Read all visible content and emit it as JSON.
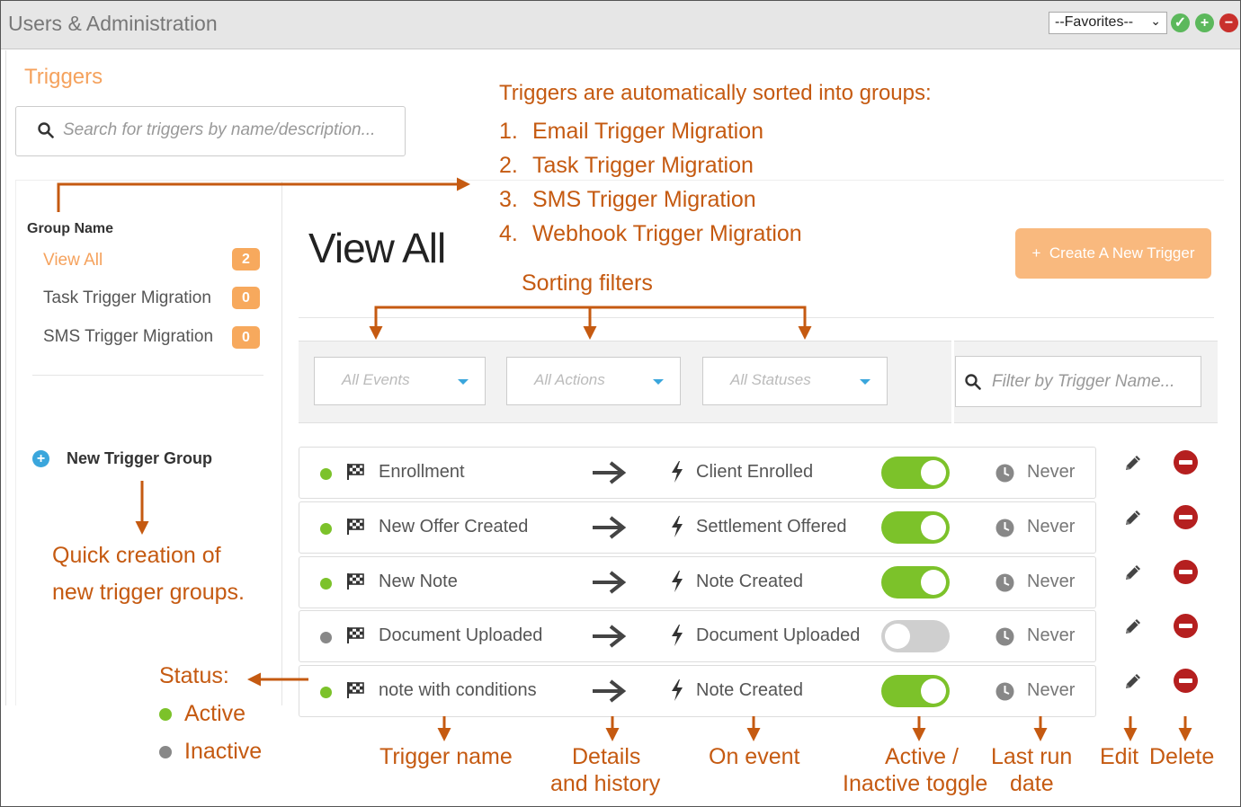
{
  "window": {
    "title": "Users & Administration",
    "favorites_label": "--Favorites--"
  },
  "colors": {
    "accent": "#f5a25d",
    "annotation": "#c55a11",
    "active_toggle": "#7cc22a",
    "inactive_toggle": "#cfcfcf",
    "delete": "#b51f1f",
    "link_blue": "#3aa6dc"
  },
  "header": {
    "section_title": "Triggers",
    "search_placeholder": "Search for triggers by name/description..."
  },
  "sidebar": {
    "heading": "Group Name",
    "groups": [
      {
        "label": "View All",
        "count": "2",
        "active": true
      },
      {
        "label": "Task Trigger Migration",
        "count": "0",
        "active": false
      },
      {
        "label": "SMS Trigger Migration",
        "count": "0",
        "active": false
      }
    ],
    "new_group_label": "New Trigger Group"
  },
  "main": {
    "heading": "View All",
    "create_button": "Create A New Trigger",
    "filters": {
      "events": "All Events",
      "actions": "All Actions",
      "statuses": "All Statuses",
      "name_placeholder": "Filter by Trigger Name..."
    },
    "rows": [
      {
        "name": "Enrollment",
        "event": "Client Enrolled",
        "active": true,
        "last_run": "Never"
      },
      {
        "name": "New Offer Created",
        "event": "Settlement Offered",
        "active": true,
        "last_run": "Never"
      },
      {
        "name": "New Note",
        "event": "Note Created",
        "active": true,
        "last_run": "Never"
      },
      {
        "name": "Document Uploaded",
        "event": "Document Uploaded",
        "active": false,
        "last_run": "Never"
      },
      {
        "name": "note with conditions",
        "event": "Note Created",
        "active": true,
        "last_run": "Never"
      }
    ]
  },
  "annotations": {
    "groups_intro": "Triggers are automatically sorted into groups:",
    "groups_list": [
      "1.",
      "Email Trigger Migration",
      "2.",
      "Task Trigger Migration",
      "3.",
      "SMS Trigger Migration",
      "4.",
      "Webhook Trigger Migration"
    ],
    "sorting": "Sorting filters",
    "quick_1": "Quick creation of",
    "quick_2": "new trigger groups.",
    "status": "Status:",
    "active": "Active",
    "inactive": "Inactive",
    "trigger_name": "Trigger name",
    "details_1": "Details",
    "details_2": "and history",
    "on_event": "On event",
    "toggle_1": "Active /",
    "toggle_2": "Inactive toggle",
    "last_run_1": "Last run",
    "last_run_2": "date",
    "edit": "Edit",
    "delete": "Delete"
  }
}
